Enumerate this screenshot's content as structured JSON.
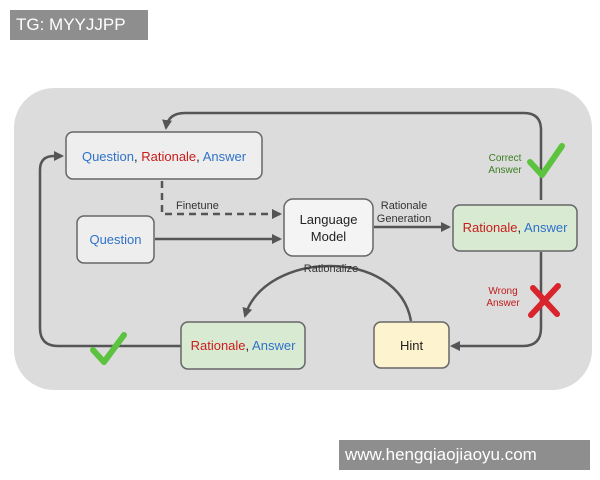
{
  "watermark": {
    "top_left": "TG: MYYJJPP",
    "bottom_right": "www.hengqiaojiaoyu.com"
  },
  "colors": {
    "panel_bg": "#dcdcdc",
    "arrow": "#555555",
    "blue_text": "#2f72c9",
    "red_text": "#c91c1c",
    "green_label": "#3a7d22",
    "red_label": "#c21a1a",
    "green_box": "#d9ead3",
    "yellow_box": "#fdf3cf",
    "check": "#5cc33f",
    "cross": "#d9242b"
  },
  "nodes": {
    "qra": {
      "question": "Question",
      "comma1": ", ",
      "rationale": "Rationale",
      "comma2": ", ",
      "answer": "Answer"
    },
    "question": {
      "label": "Question"
    },
    "language_model": {
      "line1": "Language",
      "line2": "Model"
    },
    "generated": {
      "rationale": "Rationale",
      "comma": ", ",
      "answer": "Answer"
    },
    "hint": {
      "label": "Hint"
    },
    "rationalized": {
      "rationale": "Rationale",
      "comma": ", ",
      "answer": "Answer"
    }
  },
  "edges": {
    "finetune": "Finetune",
    "rationale_generation": {
      "line1": "Rationale",
      "line2": "Generation"
    },
    "rationalize": "Rationalize",
    "correct": {
      "line1": "Correct",
      "line2": "Answer"
    },
    "wrong": {
      "line1": "Wrong",
      "line2": "Answer"
    }
  },
  "icons": {
    "correct_check": "check-icon",
    "wrong_cross": "cross-icon",
    "rationalized_check": "check-icon"
  }
}
